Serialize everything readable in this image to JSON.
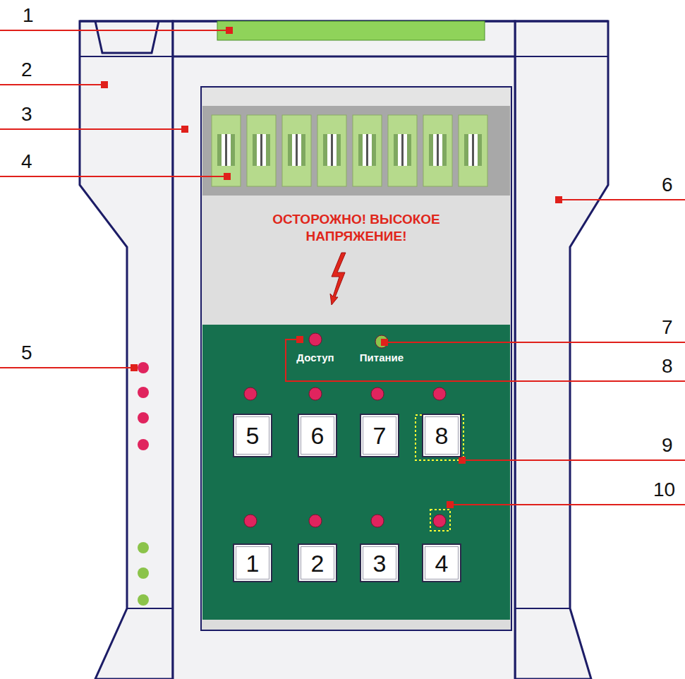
{
  "diagram": {
    "nodes": [
      {
        "text": [
          "ОСТОРОЖНО! ВЫСОКОЕ НАПРЯЖЕНИЕ!"
        ]
      },
      {
        "text": [
          "Доступ",
          "Питание"
        ]
      },
      {
        "text": [
          "5"
        ],
        "in": 1
      },
      {
        "text": [
          "6"
        ],
        "in": 1
      },
      {
        "text": [
          "7"
        ],
        "in": 1
      },
      {
        "text": [
          "8"
        ],
        "in": 1
      },
      {
        "text": [
          "1"
        ],
        "in": 1
      },
      {
        "text": [
          "2"
        ],
        "in": 1
      },
      {
        "text": [
          "3"
        ],
        "in": 1
      },
      {
        "text": [
          "4"
        ],
        "in": 1
      }
    ],
    "labels": [
      "1",
      "2",
      "3",
      "4",
      "5",
      "6",
      "7",
      "8",
      "9",
      "10"
    ]
  }
}
